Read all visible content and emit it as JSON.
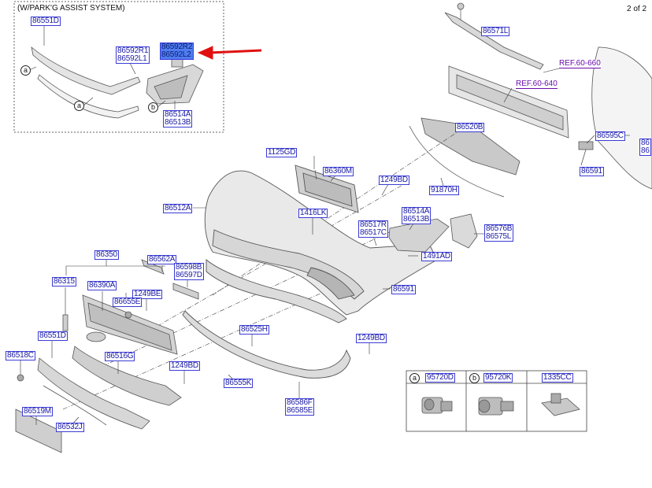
{
  "page": {
    "indicator": "2 of 2"
  },
  "inset": {
    "title": "(W/PARK'G ASSIST SYSTEM)"
  },
  "callouts": {
    "a": "a",
    "b": "b"
  },
  "refs": {
    "r660": "REF.60-660",
    "r640": "REF.60-640"
  },
  "parts": {
    "p86551D_inset": "86551D",
    "p86592R1": "86592R1\n86592L1",
    "p86592R2": "86592R2\n86592L2",
    "p86514A_inset": "86514A\n86513B",
    "p86571L": "86571L",
    "p86520B": "86520B",
    "p86595C": "86595C",
    "p86591_top": "86591",
    "p86_edge": "86\n86",
    "p91870H": "91870H",
    "p1125GD": "1125GD",
    "p86360M": "86360M",
    "p1249BD_a": "1249BD",
    "p86512A": "86512A",
    "p1416LK": "1416LK",
    "p86517R": "86517R\n86517C",
    "p86514A": "86514A\n86513B",
    "p86576B": "86576B\n86575L",
    "p1491AD": "1491AD",
    "p86350": "86350",
    "p86562A": "86562A",
    "p86598B": "86598B\n86597D",
    "p86315": "86315",
    "p86390A": "86390A",
    "p1249BE": "1249BE",
    "p86655E": "86655E",
    "p86591_mid": "86591",
    "p86551D": "86551D",
    "p86525H": "86525H",
    "p86518C": "86518C",
    "p86516G": "86516G",
    "p1249BD_b": "1249BD",
    "p1249BD_c": "1249BD",
    "p86555K": "86555K",
    "p86586F": "86586F\n86585E",
    "p86519M": "86519M",
    "p86532J": "86532J"
  },
  "legend": {
    "cells": [
      {
        "callout": "a",
        "code": "95720D"
      },
      {
        "callout": "b",
        "code": "95720K"
      },
      {
        "callout": "",
        "code": "1335CC"
      }
    ]
  },
  "colors": {
    "label_text": "#1a1aa6",
    "label_border": "#3b3bd6",
    "highlight": "#4f7cf0",
    "arrow": "#e01010",
    "ref": "#6a0dad"
  }
}
